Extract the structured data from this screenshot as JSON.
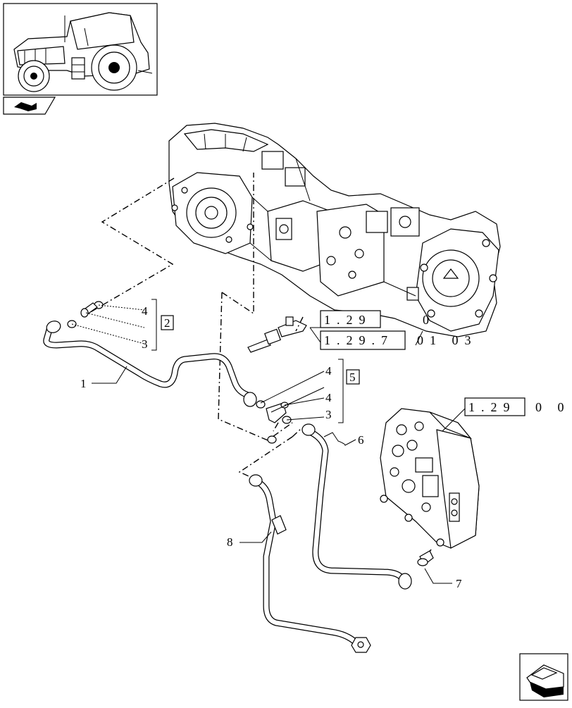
{
  "callouts": {
    "c1": "1",
    "c2_box": "2",
    "c3_top": "3",
    "c4_top": "4",
    "c4_mid": "4",
    "c5_box": "5",
    "c4_low": "4",
    "c3_low": "3",
    "c6": "6",
    "c7": "7",
    "c8": "8"
  },
  "references": {
    "ref_a": "1.29",
    "ref_a_suffix": "0",
    "ref_b": "1.29.7",
    "ref_b_suffix": "01 03",
    "ref_c": "1.29",
    "ref_c_suffix": "0 0"
  },
  "icons": {
    "thumbnail": "tractor-thumbnail-icon",
    "nav_small": "arrow-nav-icon",
    "nav_large": "next-page-arrow-icon"
  }
}
